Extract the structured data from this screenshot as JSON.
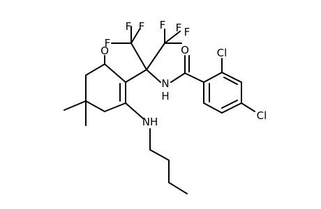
{
  "molecule": {
    "atoms": {
      "oxygen": "O",
      "nh_amide": "N",
      "nh_amide_h": "H",
      "nh_amine": "NH",
      "cl_ortho": "Cl",
      "cl_para": "Cl",
      "f_left_1": "F",
      "f_left_2": "F",
      "f_left_3": "F",
      "f_right_1": "F",
      "f_right_2": "F",
      "f_right_3": "F",
      "o_amide": "O"
    }
  }
}
